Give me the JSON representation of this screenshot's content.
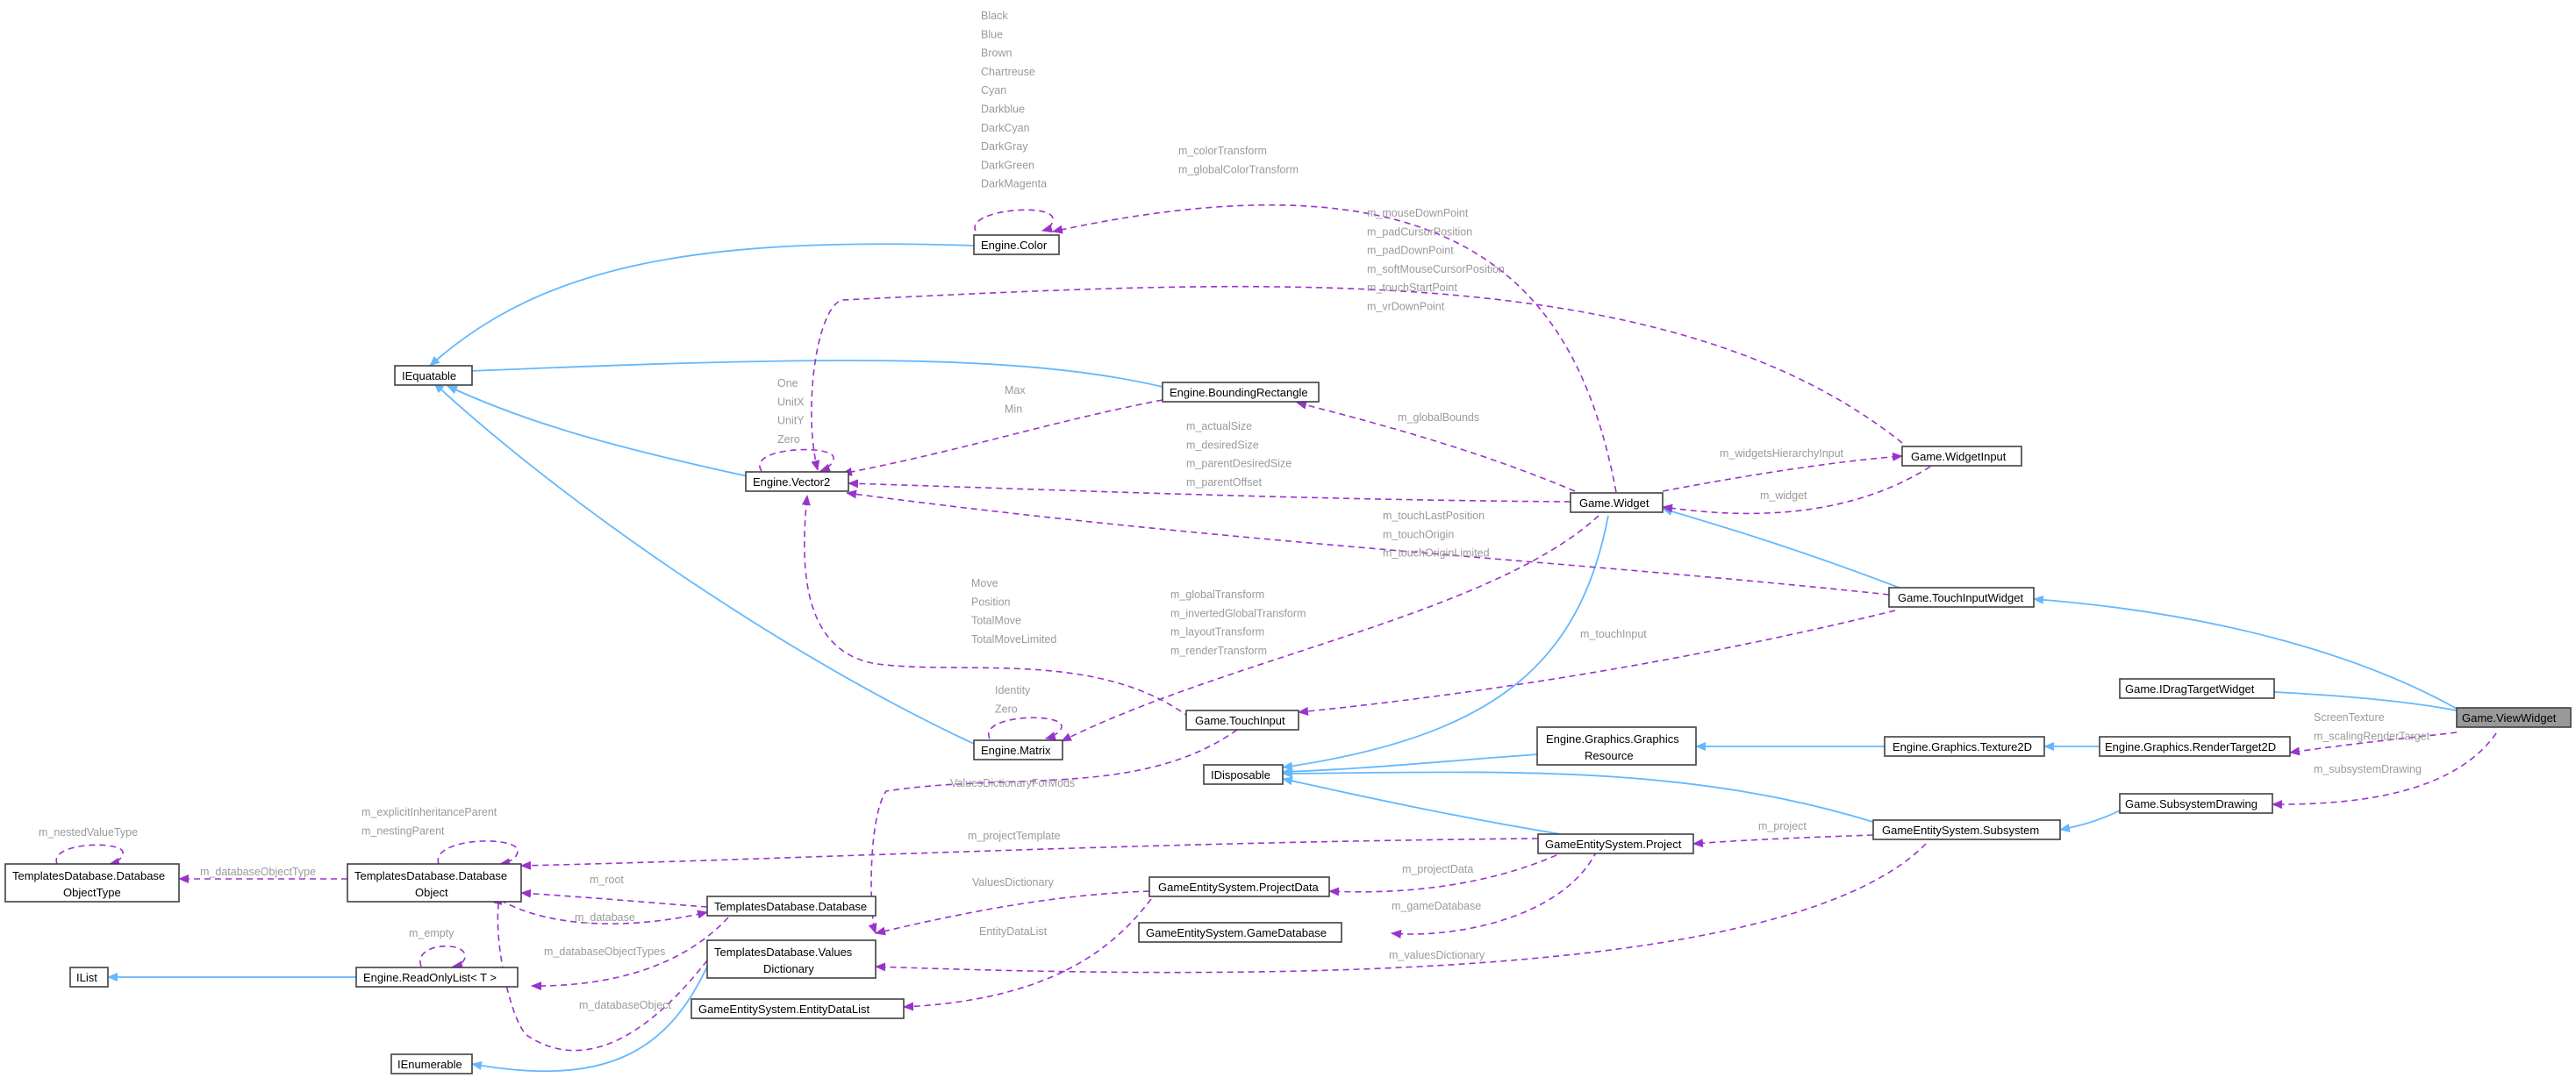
{
  "nodes": {
    "view_widget": "Game.ViewWidget",
    "idrag_target_widget": "Game.IDragTargetWidget",
    "render_target_2d": "Engine.Graphics.RenderTarget2D",
    "texture_2d": "Engine.Graphics.Texture2D",
    "graphics_resource": [
      "Engine.Graphics.Graphics",
      "Resource"
    ],
    "subsystem_drawing": "Game.SubsystemDrawing",
    "subsystem": "GameEntitySystem.Subsystem",
    "touch_input_widget": "Game.TouchInputWidget",
    "widget_input": "Game.WidgetInput",
    "widget": "Game.Widget",
    "bounding_rectangle": "Engine.BoundingRectangle",
    "color": "Engine.Color",
    "iequatable": "IEquatable",
    "vector2": "Engine.Vector2",
    "matrix": "Engine.Matrix",
    "touch_input": "Game.TouchInput",
    "idisposable": "IDisposable",
    "project": "GameEntitySystem.Project",
    "project_data": "GameEntitySystem.ProjectData",
    "game_database": "GameEntitySystem.GameDatabase",
    "entity_data_list": "GameEntitySystem.EntityDataList",
    "values_dictionary": [
      "TemplatesDatabase.Values",
      "Dictionary"
    ],
    "database": "TemplatesDatabase.Database",
    "database_object": [
      "TemplatesDatabase.Database",
      "Object"
    ],
    "database_object_type": [
      "TemplatesDatabase.Database",
      "ObjectType"
    ],
    "read_only_list": "Engine.ReadOnlyList< T >",
    "ilist": "IList",
    "ienumerable": "IEnumerable"
  },
  "edge_labels": {
    "color_members": [
      "Black",
      "Blue",
      "Brown",
      "Chartreuse",
      "Cyan",
      "Darkblue",
      "DarkCyan",
      "DarkGray",
      "DarkGreen",
      "DarkMagenta"
    ],
    "color_transform": [
      "m_colorTransform",
      "m_globalColorTransform"
    ],
    "mouse_points": [
      "m_mouseDownPoint",
      "m_padCursorPosition",
      "m_padDownPoint",
      "m_softMouseCursorPosition",
      "m_touchStartPoint",
      "m_vrDownPoint"
    ],
    "vector2_self": [
      "One",
      "UnitX",
      "UnitY",
      "Zero"
    ],
    "bounds_members": [
      "Max",
      "Min"
    ],
    "global_bounds": "m_globalBounds",
    "sizes": [
      "m_actualSize",
      "m_desiredSize",
      "m_parentDesiredSize",
      "m_parentOffset"
    ],
    "widgets_hierarchy_input": "m_widgetsHierarchyInput",
    "widget": "m_widget",
    "touch_points": [
      "m_touchLastPosition",
      "m_touchOrigin",
      "m_touchOriginLimited"
    ],
    "touch_moves": [
      "Move",
      "Position",
      "TotalMove",
      "TotalMoveLimited"
    ],
    "transforms": [
      "m_globalTransform",
      "m_invertedGlobalTransform",
      "m_layoutTransform",
      "m_renderTransform"
    ],
    "touch_input": "m_touchInput",
    "matrix_self": [
      "Identity",
      "Zero"
    ],
    "render_target": [
      "ScreenTexture",
      "m_scalingRenderTarget"
    ],
    "subsystem_drawing": "m_subsystemDrawing",
    "values_dictionary_for_mods": "ValuesDictionaryForMods",
    "object_parent": [
      "m_explicitInheritanceParent",
      "m_nestingParent"
    ],
    "nested_value_type": "m_nestedValueType",
    "database_object_type": "m_databaseObjectType",
    "project_template": "m_projectTemplate",
    "project": "m_project",
    "values_dictionary": "ValuesDictionary",
    "project_data": "m_projectData",
    "root": "m_root",
    "database": "m_database",
    "game_database": "m_gameDatabase",
    "empty": "m_empty",
    "database_object_types": "m_databaseObjectTypes",
    "entity_data_list": "EntityDataList",
    "values_dictionary_m": "m_valuesDictionary",
    "database_object": "m_databaseObject"
  }
}
